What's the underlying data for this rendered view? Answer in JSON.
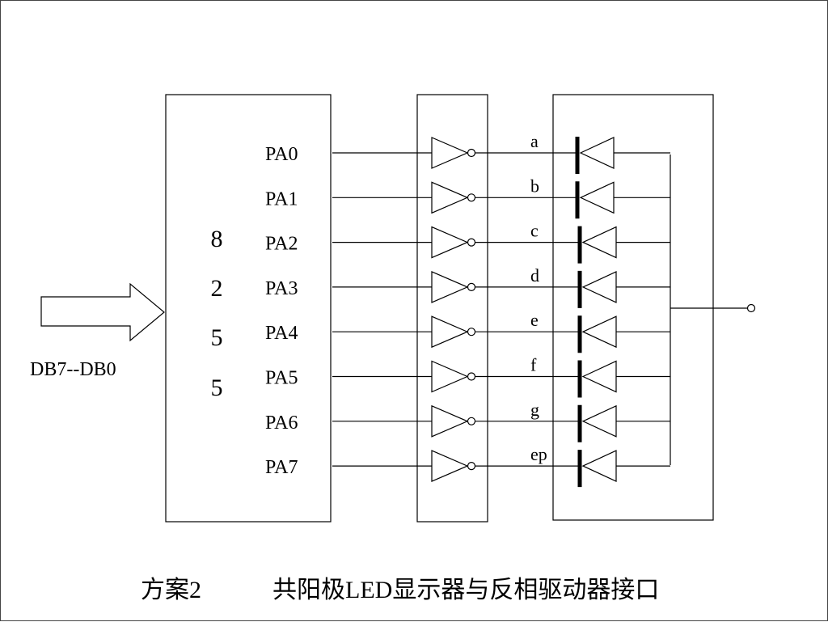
{
  "chip": {
    "digits": [
      "8",
      "2",
      "5",
      "5"
    ],
    "ports": [
      "PA0",
      "PA1",
      "PA2",
      "PA3",
      "PA4",
      "PA5",
      "PA6",
      "PA7"
    ]
  },
  "bus_label": "DB7--DB0",
  "segments": [
    "a",
    "b",
    "c",
    "d",
    "e",
    "f",
    "g",
    "ep"
  ],
  "caption": {
    "scheme": "方案2",
    "title": "共阳极LED显示器与反相驱动器接口"
  }
}
